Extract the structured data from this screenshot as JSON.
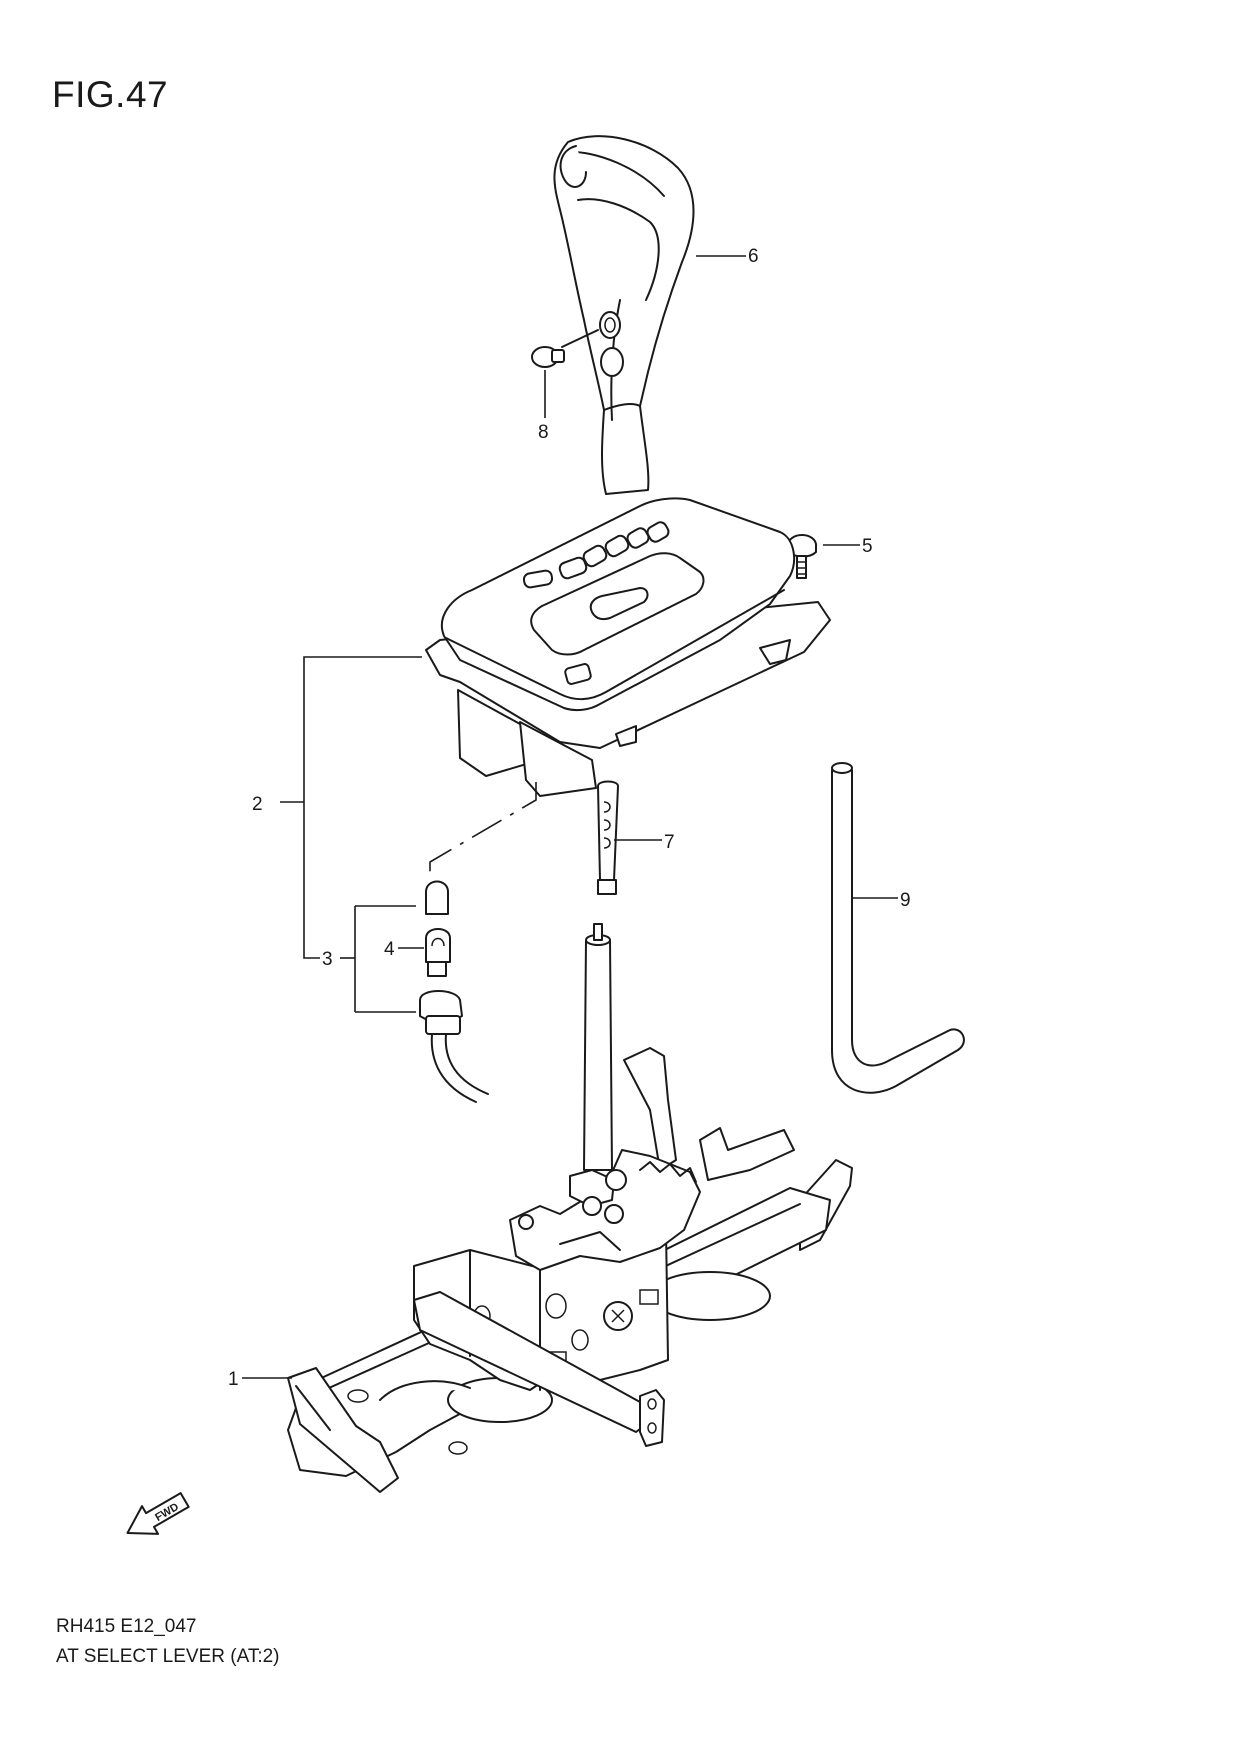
{
  "figure": {
    "title": "FIG.47"
  },
  "callouts": [
    {
      "id": "1",
      "label": "1"
    },
    {
      "id": "2",
      "label": "2"
    },
    {
      "id": "3",
      "label": "3"
    },
    {
      "id": "4",
      "label": "4"
    },
    {
      "id": "5",
      "label": "5"
    },
    {
      "id": "6",
      "label": "6"
    },
    {
      "id": "7",
      "label": "7"
    },
    {
      "id": "8",
      "label": "8"
    },
    {
      "id": "9",
      "label": "9"
    }
  ],
  "fwd_arrow": {
    "label": "FWD"
  },
  "footer": {
    "code": "RH415 E12_047",
    "name": "AT SELECT LEVER (AT:2)"
  }
}
